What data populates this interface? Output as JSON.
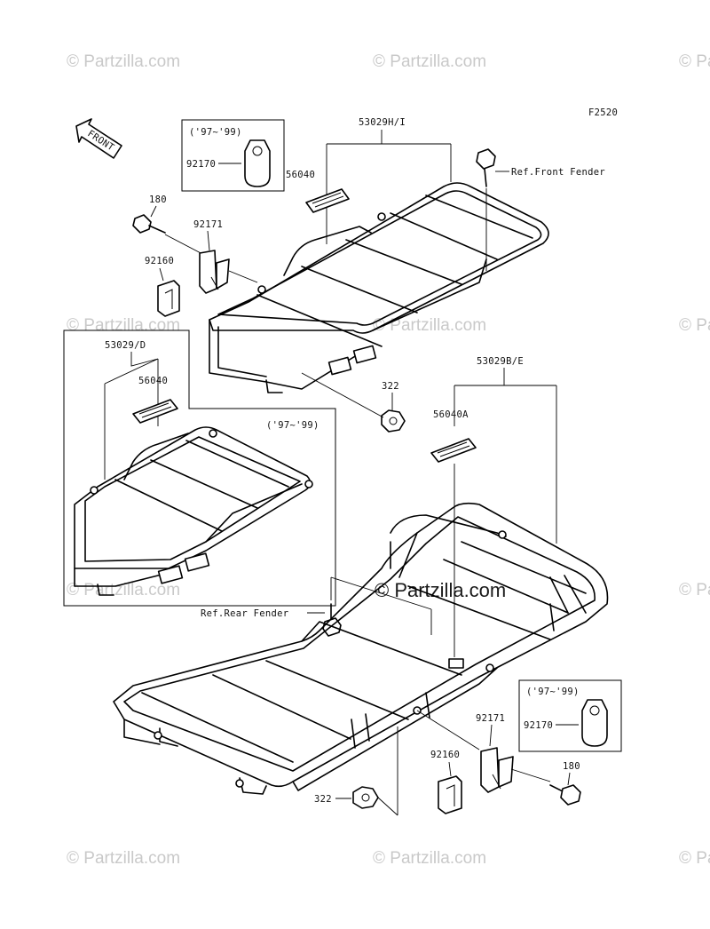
{
  "diagram_code": "F2520",
  "front_arrow_label": "FRONT",
  "watermark": "© Partzilla.com",
  "callouts": {
    "rack_front": "53029H/I",
    "rack_front_alt": "53029/D",
    "rack_rear": "53029B/E",
    "label_front": "56040",
    "label_front_alt": "56040",
    "label_rear": "56040A",
    "bolt_180_top": "180",
    "bolt_180_bottom": "180",
    "bracket_top": "92171",
    "bracket_bottom": "92171",
    "damper_top": "92160",
    "damper_bottom": "92160",
    "clamp_top": "92170",
    "clamp_bottom": "92170",
    "nut_top": "322",
    "nut_bottom": "322",
    "ref_front_fender": "Ref.Front Fender",
    "ref_rear_fender": "Ref.Rear Fender",
    "year_range_top": "('97~'99)",
    "year_range_mid": "('97~'99)",
    "year_range_bottom": "('97~'99)"
  }
}
